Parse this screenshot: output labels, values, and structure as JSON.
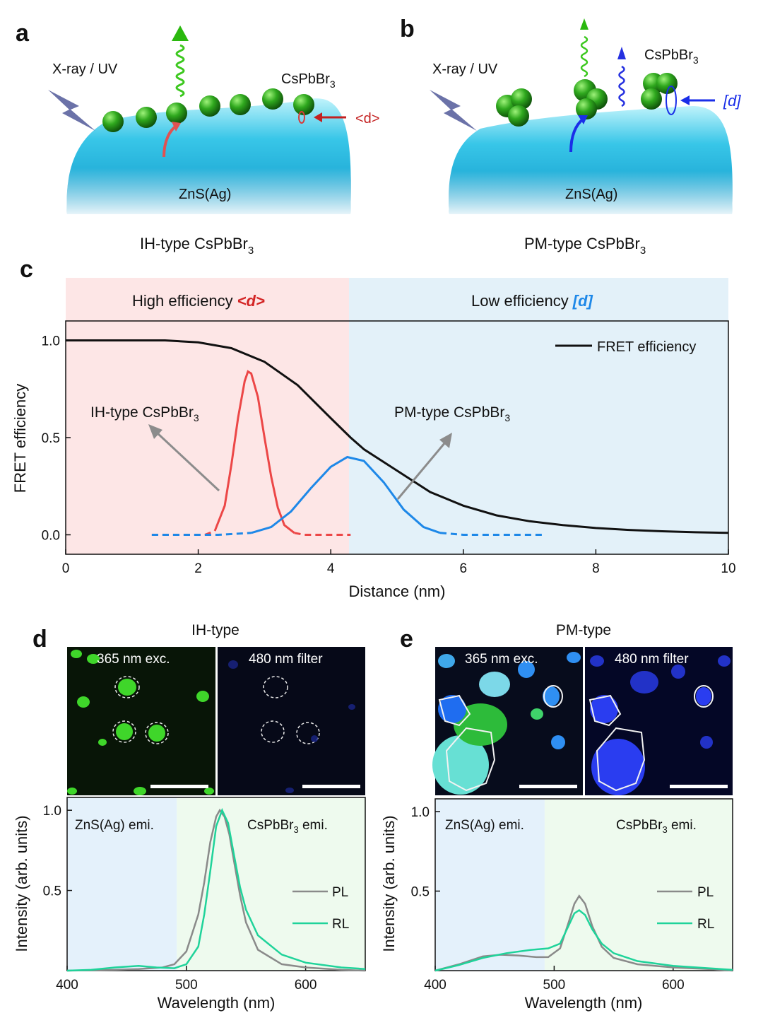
{
  "panels": {
    "a": {
      "label": "a",
      "source": "X-ray / UV",
      "particle": "CsPbBr",
      "particle_sub": "3",
      "distance": "<d>",
      "host": "ZnS(Ag)",
      "caption": "IH-type CsPbBr",
      "caption_sub": "3"
    },
    "b": {
      "label": "b",
      "source": "X-ray / UV",
      "particle": "CsPbBr",
      "particle_sub": "3",
      "distance": "[d]",
      "host": "ZnS(Ag)",
      "caption": "PM-type CsPbBr",
      "caption_sub": "3"
    },
    "c": {
      "label": "c",
      "region_high": "High efficiency",
      "region_high_sym": "<d>",
      "region_low": "Low efficiency",
      "region_low_sym": "[d]",
      "annot_ih": "IH-type CsPbBr",
      "annot_pm": "PM-type CsPbBr",
      "annot_sub": "3"
    },
    "d": {
      "label": "d",
      "title": "IH-type",
      "img_left": "365 nm exc.",
      "img_right": "480 nm filter",
      "region_left": "ZnS(Ag) emi.",
      "region_right": "CsPbBr",
      "region_right_sub": "3",
      "region_right_tail": " emi."
    },
    "e": {
      "label": "e",
      "title": "PM-type",
      "img_left": "365 nm exc.",
      "img_right": "480 nm filter",
      "region_left": "ZnS(Ag) emi.",
      "region_right": "CsPbBr",
      "region_right_sub": "3",
      "region_right_tail": " emi."
    }
  },
  "colors": {
    "high_bg": "#fde6e6",
    "low_bg": "#e3f1f9",
    "red": "#ec4747",
    "blue": "#1e88e8",
    "pl": "#8a8a8a",
    "rl": "#1fd39a",
    "zns_bg": "#e4f1fb",
    "csp_bg": "#eefaee"
  },
  "chart_data": [
    {
      "type": "line",
      "panel": "c",
      "xlabel": "Distance (nm)",
      "ylabel": "FRET efficiency",
      "xlim": [
        0,
        10
      ],
      "ylim": [
        -0.1,
        1.1
      ],
      "xticks": [
        "0",
        "2",
        "4",
        "6",
        "8",
        "10"
      ],
      "yticks": [
        "0.0",
        "0.5",
        "1.0"
      ],
      "legend": "top-right",
      "series": [
        {
          "name": "FRET efficiency",
          "color": "#111111",
          "x": [
            0,
            1,
            1.5,
            2,
            2.5,
            3,
            3.5,
            4,
            4.3,
            4.5,
            5,
            5.5,
            6,
            6.5,
            7,
            7.5,
            8,
            8.5,
            9,
            9.5,
            10
          ],
          "y": [
            1.0,
            1.0,
            1.0,
            0.99,
            0.96,
            0.89,
            0.77,
            0.6,
            0.5,
            0.44,
            0.33,
            0.22,
            0.15,
            0.1,
            0.07,
            0.05,
            0.035,
            0.025,
            0.018,
            0.013,
            0.01
          ]
        }
      ],
      "distributions": [
        {
          "label": "IH-type",
          "color": "#ec4747",
          "x": [
            1.3,
            1.6,
            1.9,
            2.1,
            2.25,
            2.4,
            2.5,
            2.6,
            2.7,
            2.75,
            2.8,
            2.9,
            3.0,
            3.1,
            3.2,
            3.3,
            3.45,
            3.6,
            3.9,
            4.3
          ],
          "y": [
            0.0,
            0.0,
            0.0,
            0.0,
            0.02,
            0.15,
            0.36,
            0.6,
            0.79,
            0.84,
            0.83,
            0.71,
            0.5,
            0.3,
            0.14,
            0.05,
            0.01,
            0.0,
            0.0,
            0.0
          ]
        },
        {
          "label": "PM-type",
          "color": "#1e88e8",
          "x": [
            1.3,
            1.8,
            2.3,
            2.8,
            3.1,
            3.4,
            3.7,
            4.0,
            4.25,
            4.5,
            4.8,
            5.1,
            5.4,
            5.65,
            6.0,
            6.5,
            7.2
          ],
          "y": [
            0.0,
            0.0,
            0.0,
            0.01,
            0.04,
            0.12,
            0.24,
            0.35,
            0.4,
            0.38,
            0.27,
            0.13,
            0.04,
            0.01,
            0.0,
            0.0,
            0.0
          ]
        }
      ],
      "boundary_x": 4.3
    },
    {
      "type": "line",
      "panel": "d",
      "xlabel": "Wavelength (nm)",
      "ylabel": "Intensity (arb. units)",
      "xlim": [
        400,
        650
      ],
      "ylim": [
        0,
        1.08
      ],
      "xticks": [
        "400",
        "500",
        "600"
      ],
      "yticks": [
        "0.5",
        "1.0"
      ],
      "legend": "right",
      "region_split": 492,
      "series": [
        {
          "name": "PL",
          "color": "#8a8a8a",
          "x": [
            400,
            440,
            460,
            480,
            490,
            500,
            510,
            515,
            520,
            525,
            528,
            532,
            536,
            540,
            545,
            550,
            560,
            580,
            600,
            630,
            650
          ],
          "y": [
            0.0,
            0.005,
            0.01,
            0.02,
            0.04,
            0.12,
            0.35,
            0.55,
            0.8,
            0.96,
            1.0,
            0.96,
            0.85,
            0.68,
            0.47,
            0.3,
            0.13,
            0.04,
            0.02,
            0.005,
            0.0
          ]
        },
        {
          "name": "RL",
          "color": "#1fd39a",
          "x": [
            400,
            420,
            440,
            460,
            475,
            490,
            500,
            510,
            515,
            520,
            525,
            530,
            535,
            540,
            545,
            550,
            560,
            580,
            600,
            630,
            650
          ],
          "y": [
            0.0,
            0.005,
            0.02,
            0.03,
            0.02,
            0.015,
            0.04,
            0.15,
            0.35,
            0.62,
            0.9,
            1.0,
            0.92,
            0.72,
            0.52,
            0.38,
            0.22,
            0.1,
            0.05,
            0.02,
            0.01
          ]
        }
      ]
    },
    {
      "type": "line",
      "panel": "e",
      "xlabel": "Wavelength (nm)",
      "ylabel": "Intensity (arb. units)",
      "xlim": [
        400,
        650
      ],
      "ylim": [
        0,
        1.08
      ],
      "xticks": [
        "400",
        "500",
        "600"
      ],
      "yticks": [
        "0.5",
        "1.0"
      ],
      "legend": "right",
      "region_split": 492,
      "series": [
        {
          "name": "PL",
          "color": "#8a8a8a",
          "x": [
            400,
            420,
            440,
            455,
            470,
            485,
            495,
            505,
            512,
            517,
            521,
            526,
            532,
            540,
            550,
            570,
            600,
            630,
            650
          ],
          "y": [
            0.0,
            0.04,
            0.09,
            0.1,
            0.095,
            0.085,
            0.085,
            0.14,
            0.3,
            0.42,
            0.47,
            0.42,
            0.28,
            0.15,
            0.08,
            0.04,
            0.02,
            0.01,
            0.0
          ]
        },
        {
          "name": "RL",
          "color": "#1fd39a",
          "x": [
            400,
            420,
            440,
            460,
            480,
            495,
            505,
            512,
            517,
            521,
            526,
            532,
            540,
            550,
            570,
            600,
            630,
            650
          ],
          "y": [
            0.0,
            0.035,
            0.08,
            0.11,
            0.13,
            0.14,
            0.17,
            0.28,
            0.36,
            0.38,
            0.35,
            0.26,
            0.17,
            0.11,
            0.06,
            0.03,
            0.015,
            0.005
          ]
        }
      ]
    }
  ]
}
